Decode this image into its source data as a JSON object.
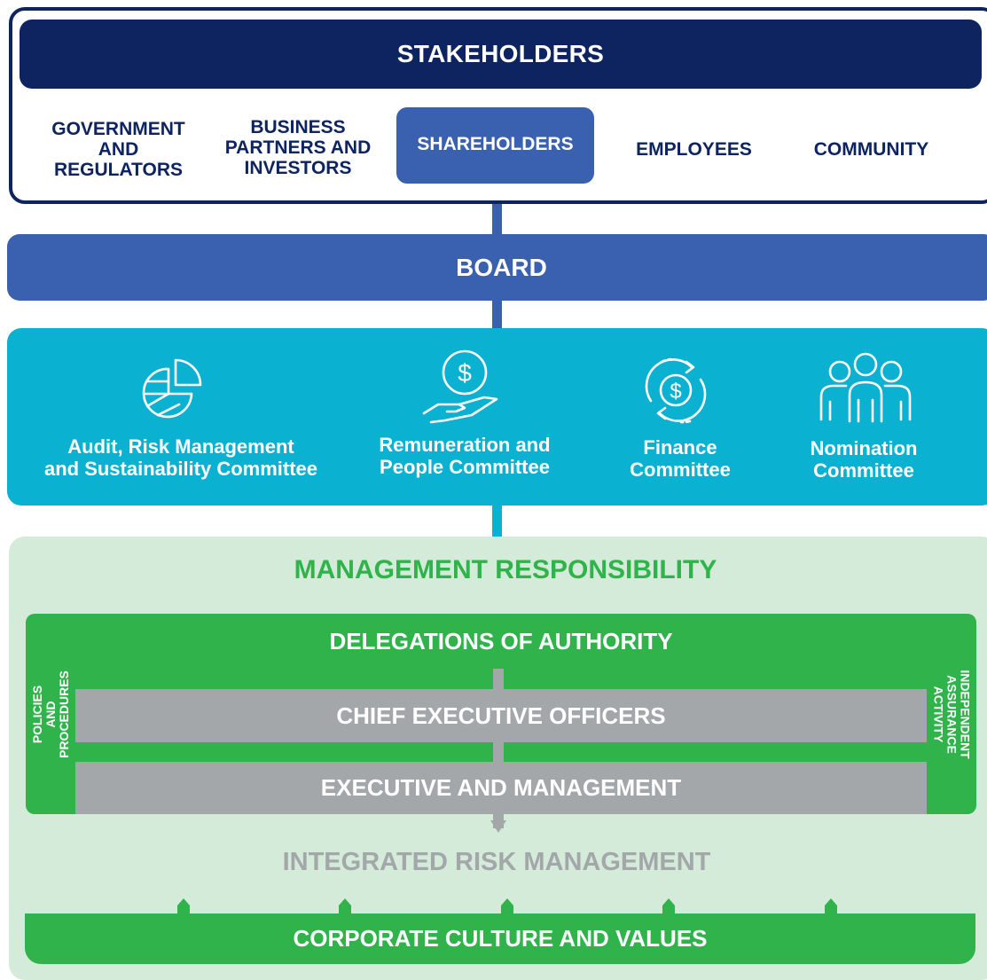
{
  "stakeholders": {
    "title": "STAKEHOLDERS",
    "groups": [
      {
        "label": "GOVERNMENT\nAND\nREGULATORS"
      },
      {
        "label": "BUSINESS\nPARTNERS AND\nINVESTORS"
      },
      {
        "label": "SHAREHOLDERS"
      },
      {
        "label": "EMPLOYEES"
      },
      {
        "label": "COMMUNITY"
      }
    ]
  },
  "board": {
    "title": "BOARD"
  },
  "committees": [
    {
      "label": "Audit, Risk Management\nand Sustainability Committee",
      "icon": "pie-chart-icon"
    },
    {
      "label": "Remuneration and\nPeople Committee",
      "icon": "hand-dollar-icon"
    },
    {
      "label": "Finance\nCommittee",
      "icon": "dollar-cycle-icon"
    },
    {
      "label": "Nomination\nCommittee",
      "icon": "people-group-icon"
    }
  ],
  "management": {
    "title": "MANAGEMENT RESPONSIBILITY",
    "delegations": "DELEGATIONS OF AUTHORITY",
    "ceo": "CHIEF EXECUTIVE OFFICERS",
    "executive": "EXECUTIVE AND MANAGEMENT",
    "left_side": "POLICIES AND\nPROCEDURES",
    "right_side": "INDEPENDENT\nASSURANCE ACTIVITY",
    "risk": "INTEGRATED RISK MANAGEMENT",
    "culture": "CORPORATE CULTURE AND VALUES"
  },
  "colors": {
    "navy": "#0d2461",
    "board_blue": "#3a60b0",
    "committee_cyan": "#0ab1d1",
    "green": "#2fb34a",
    "light_green": "#d4ebd9",
    "grey": "#a3a7aa"
  }
}
